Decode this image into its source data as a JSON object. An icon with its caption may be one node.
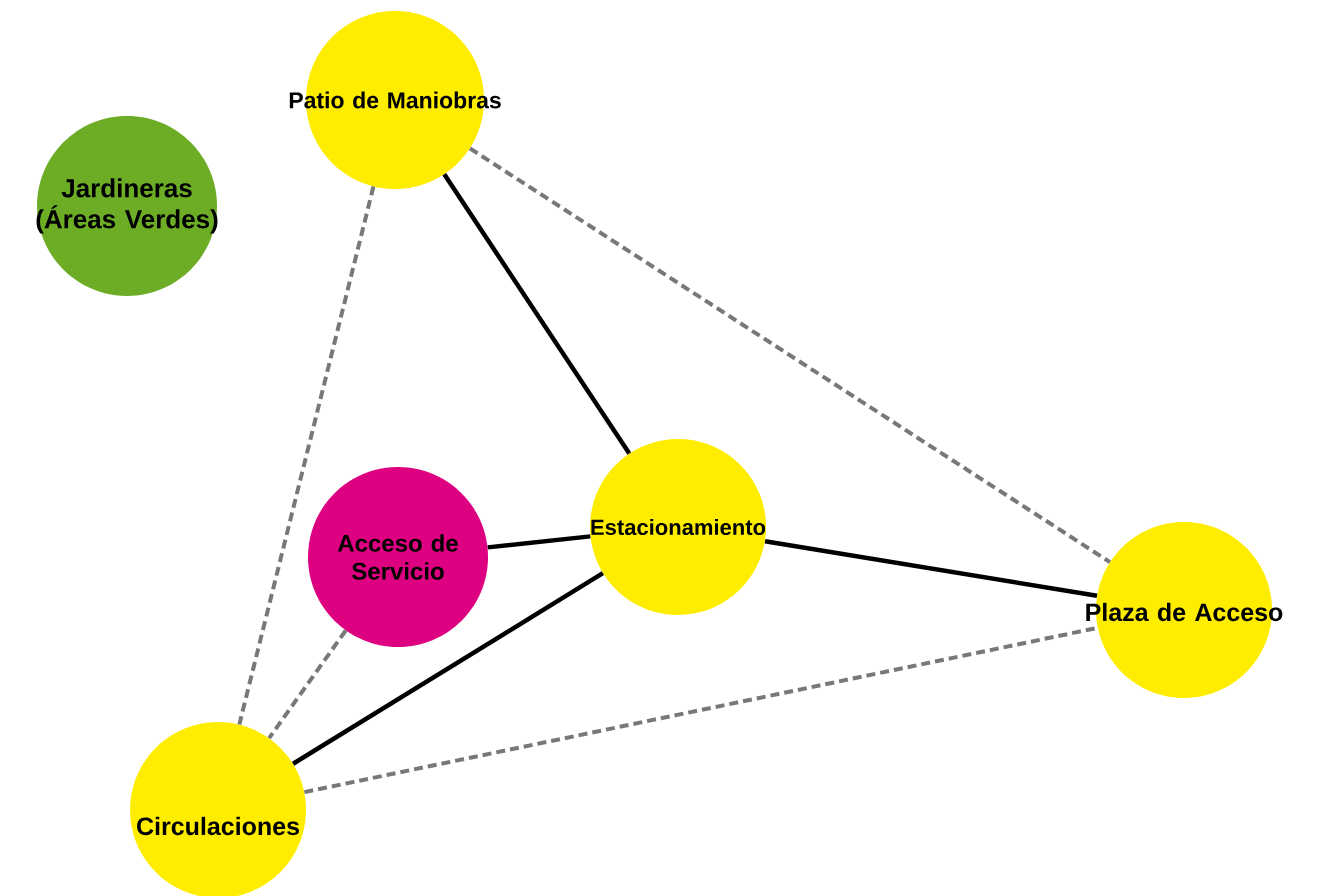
{
  "diagram": {
    "nodes": [
      {
        "text": [
          "Patio de Maniobras"
        ]
      },
      {
        "text": [
          "Jardineras (Áreas Verdes)"
        ]
      },
      {
        "text": [
          "Acceso de Servicio"
        ]
      },
      {
        "text": [
          "Estacionamiento"
        ]
      },
      {
        "text": [
          "Plaza de Acceso"
        ]
      },
      {
        "text": [
          "Circulaciones"
        ]
      }
    ],
    "edges": [
      {
        "from": 0,
        "to": 3,
        "arrow": "none"
      },
      {
        "from": 0,
        "to": 4,
        "arrow": "none",
        "style": "dashed",
        "color": "#787878"
      },
      {
        "from": 0,
        "to": 5,
        "arrow": "none",
        "style": "dashed",
        "color": "#787878"
      },
      {
        "from": 2,
        "to": 3,
        "arrow": "none"
      },
      {
        "from": 3,
        "to": 4,
        "arrow": "none"
      },
      {
        "from": 3,
        "to": 5,
        "arrow": "none"
      },
      {
        "from": 2,
        "to": 5,
        "arrow": "none",
        "style": "dashed",
        "color": "#787878"
      },
      {
        "from": 5,
        "to": 4,
        "arrow": "none",
        "style": "dashed",
        "color": "#787878"
      }
    ]
  }
}
